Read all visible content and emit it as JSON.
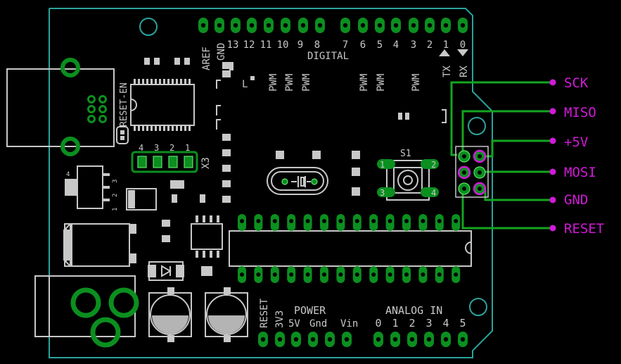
{
  "header_labels": {
    "aref": "AREF",
    "gnd": "GND",
    "digital": "DIGITAL",
    "d13": "13",
    "d12": "12",
    "d11": "11",
    "d10": "10",
    "d9": "9",
    "d8": "8",
    "d7": "7",
    "d6": "6",
    "d5": "5",
    "d4": "4",
    "d3": "3",
    "d2": "2",
    "d1": "1",
    "d0": "0",
    "tx": "TX",
    "rx": "RX",
    "pwm": "PWM",
    "l": "L"
  },
  "silk_labels": {
    "reset_en": "RESET-EN",
    "x3": "X3",
    "s1": "S1",
    "x3_pins": [
      "4",
      "3",
      "2",
      "1"
    ],
    "button_pins": [
      "1",
      "2",
      "3",
      "4"
    ],
    "regulator_pins": [
      "4",
      "1",
      "2",
      "3"
    ]
  },
  "power_labels": {
    "reset": "RESET",
    "v33": "3V3",
    "power": "POWER",
    "v5": "5V",
    "gnd": "Gnd",
    "vin": "Vin",
    "analog_in": "ANALOG IN",
    "a": [
      "0",
      "1",
      "2",
      "3",
      "4",
      "5"
    ]
  },
  "icsp_labels": {
    "sck": "SCK",
    "miso": "MISO",
    "v5": "+5V",
    "mosi": "MOSI",
    "gnd": "GND",
    "reset": "RESET"
  },
  "colors": {
    "board_outline": "#2aa39c",
    "copper": "#0b8f1f",
    "silkscreen": "#c8c8c8",
    "icsp_highlight": "#d21ad8"
  }
}
